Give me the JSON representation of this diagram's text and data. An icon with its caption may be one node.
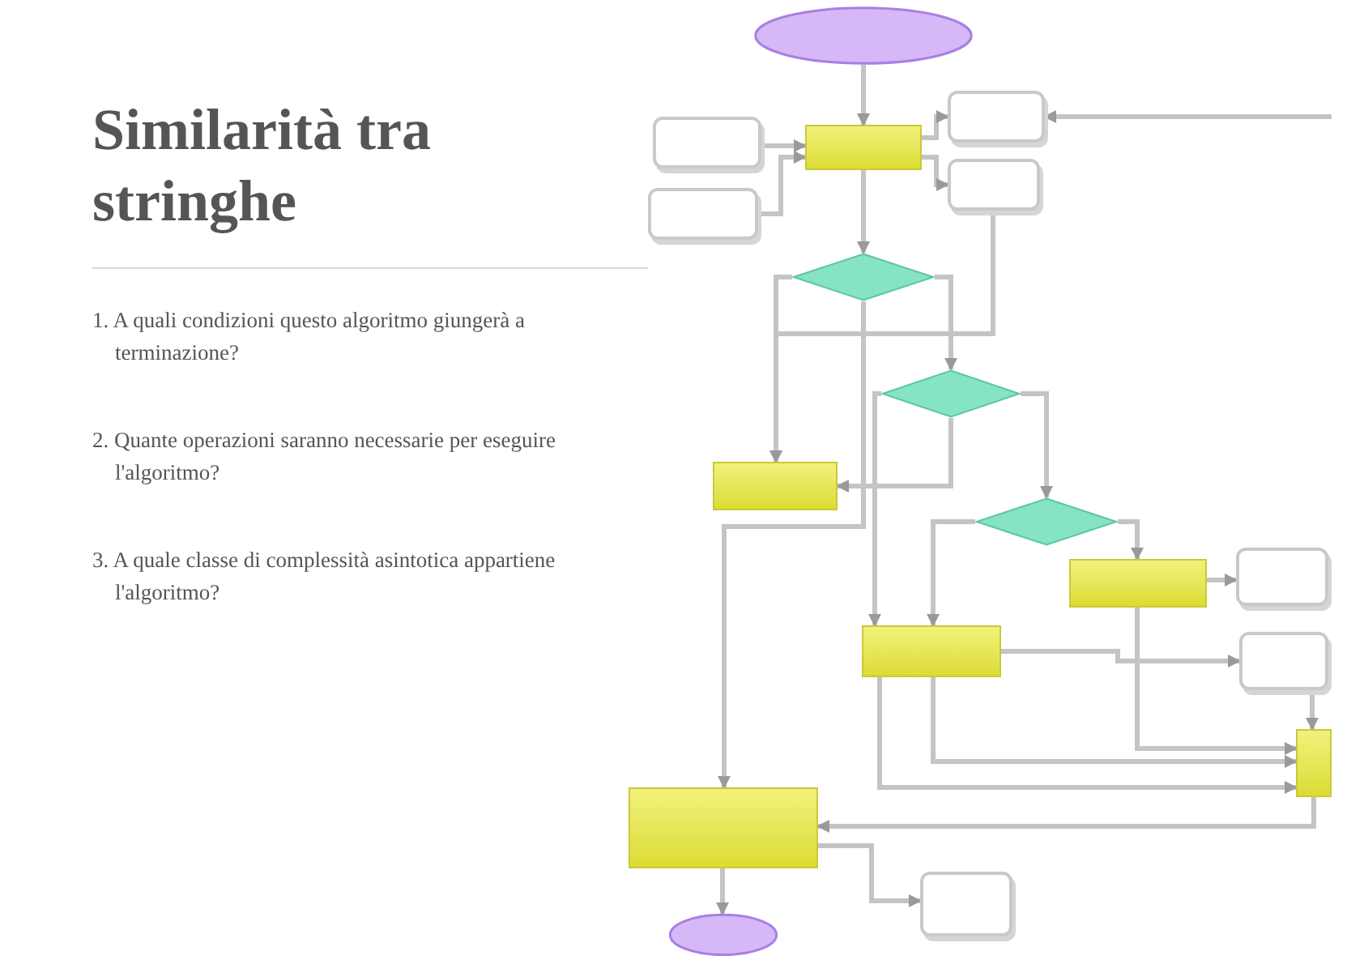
{
  "diagram": {
    "title": "Similarità tra stringhe",
    "nodes": [
      {
        "text": [],
        "shape": "ellipse"
      },
      {
        "text": [],
        "shape": "box"
      },
      {
        "text": [],
        "shape": "card"
      },
      {
        "text": [],
        "shape": "card"
      },
      {
        "text": [],
        "shape": "card"
      },
      {
        "text": [],
        "shape": "card"
      },
      {
        "text": [],
        "shape": "diamond"
      },
      {
        "text": [],
        "shape": "diamond"
      },
      {
        "text": [],
        "shape": "box"
      },
      {
        "text": [],
        "shape": "diamond"
      },
      {
        "text": [],
        "shape": "box"
      },
      {
        "text": [],
        "shape": "card"
      },
      {
        "text": [],
        "shape": "box"
      },
      {
        "text": [],
        "shape": "card"
      },
      {
        "text": [],
        "shape": "box"
      },
      {
        "text": [],
        "shape": "box"
      },
      {
        "text": [],
        "shape": "card"
      },
      {
        "text": [],
        "shape": "ellipse"
      }
    ],
    "edges": [
      {
        "from": 0,
        "to": 1,
        "arrow": "to"
      },
      {
        "from": 2,
        "to": 1,
        "arrow": "to"
      },
      {
        "from": 3,
        "to": 1,
        "arrow": "to"
      },
      {
        "from": 1,
        "to": 4,
        "arrow": "to"
      },
      {
        "from": 1,
        "to": 5,
        "arrow": "to"
      },
      {
        "from": null,
        "to": 4,
        "arrow": "to"
      },
      {
        "from": 1,
        "to": 6,
        "arrow": "to"
      },
      {
        "from": 6,
        "to": 8,
        "arrow": "to"
      },
      {
        "from": 6,
        "to": 7,
        "arrow": "to"
      },
      {
        "from": 6,
        "to": 15,
        "arrow": "to"
      },
      {
        "from": 5,
        "to": 8,
        "arrow": "to"
      },
      {
        "from": 7,
        "to": 8,
        "arrow": "to"
      },
      {
        "from": 7,
        "to": 9,
        "arrow": "to"
      },
      {
        "from": 7,
        "to": 12,
        "arrow": "to"
      },
      {
        "from": 9,
        "to": 12,
        "arrow": "to"
      },
      {
        "from": 9,
        "to": 10,
        "arrow": "to"
      },
      {
        "from": 10,
        "to": 11,
        "arrow": "to"
      },
      {
        "from": 12,
        "to": 13,
        "arrow": "to"
      },
      {
        "from": 10,
        "to": 14,
        "arrow": "to"
      },
      {
        "from": 12,
        "to": 14,
        "arrow": "to"
      },
      {
        "from": 12,
        "to": 14,
        "arrow": "to"
      },
      {
        "from": 13,
        "to": 14,
        "arrow": "to"
      },
      {
        "from": 14,
        "to": 15,
        "arrow": "to"
      },
      {
        "from": 15,
        "to": 16,
        "arrow": "to"
      },
      {
        "from": 15,
        "to": 17,
        "arrow": "to"
      }
    ],
    "labels": [
      "1. A quali condizioni questo algoritmo giungerà a terminazione?",
      "2. Quante operazioni saranno necessarie per eseguire l'algoritmo?",
      "3. A quale classe di complessità asintotica appartiene l'algoritmo?"
    ]
  }
}
